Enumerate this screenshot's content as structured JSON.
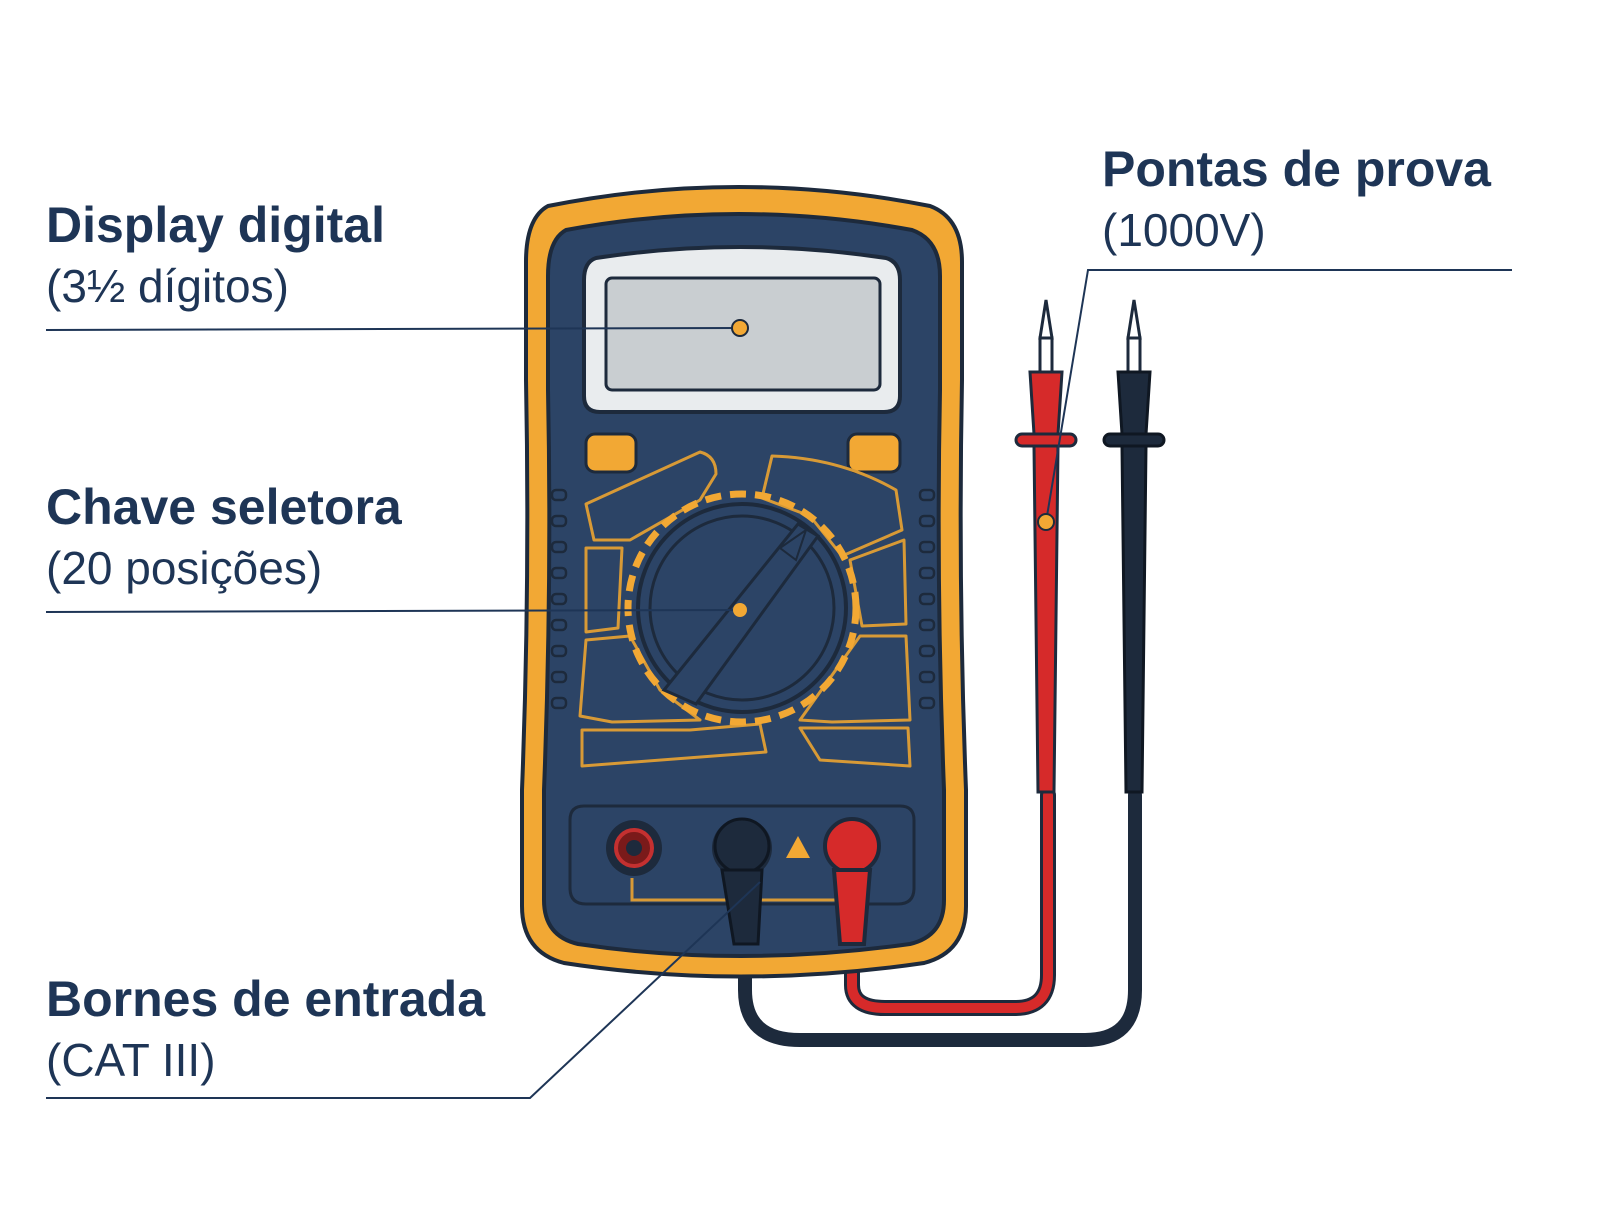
{
  "labels": {
    "display": {
      "title": "Display digital",
      "subtitle": "(3½ dígitos)"
    },
    "selector_switch": {
      "title": "Chave seletora",
      "subtitle": "(20 posições)"
    },
    "input_terminals": {
      "title": "Bornes de entrada",
      "subtitle": "(CAT III)"
    },
    "test_probes": {
      "title": "Pontas de prova",
      "subtitle": "(1000V)"
    }
  },
  "colors": {
    "label_text": "#1e3556",
    "body_frame": "#f2a834",
    "body_panel": "#2c4466",
    "outline": "#1d2a3c",
    "lcd_screen": "#c9ced1",
    "marker_dot": "#f2a834",
    "probe_red": "#d62a2a",
    "probe_black": "#1d2a3c"
  }
}
